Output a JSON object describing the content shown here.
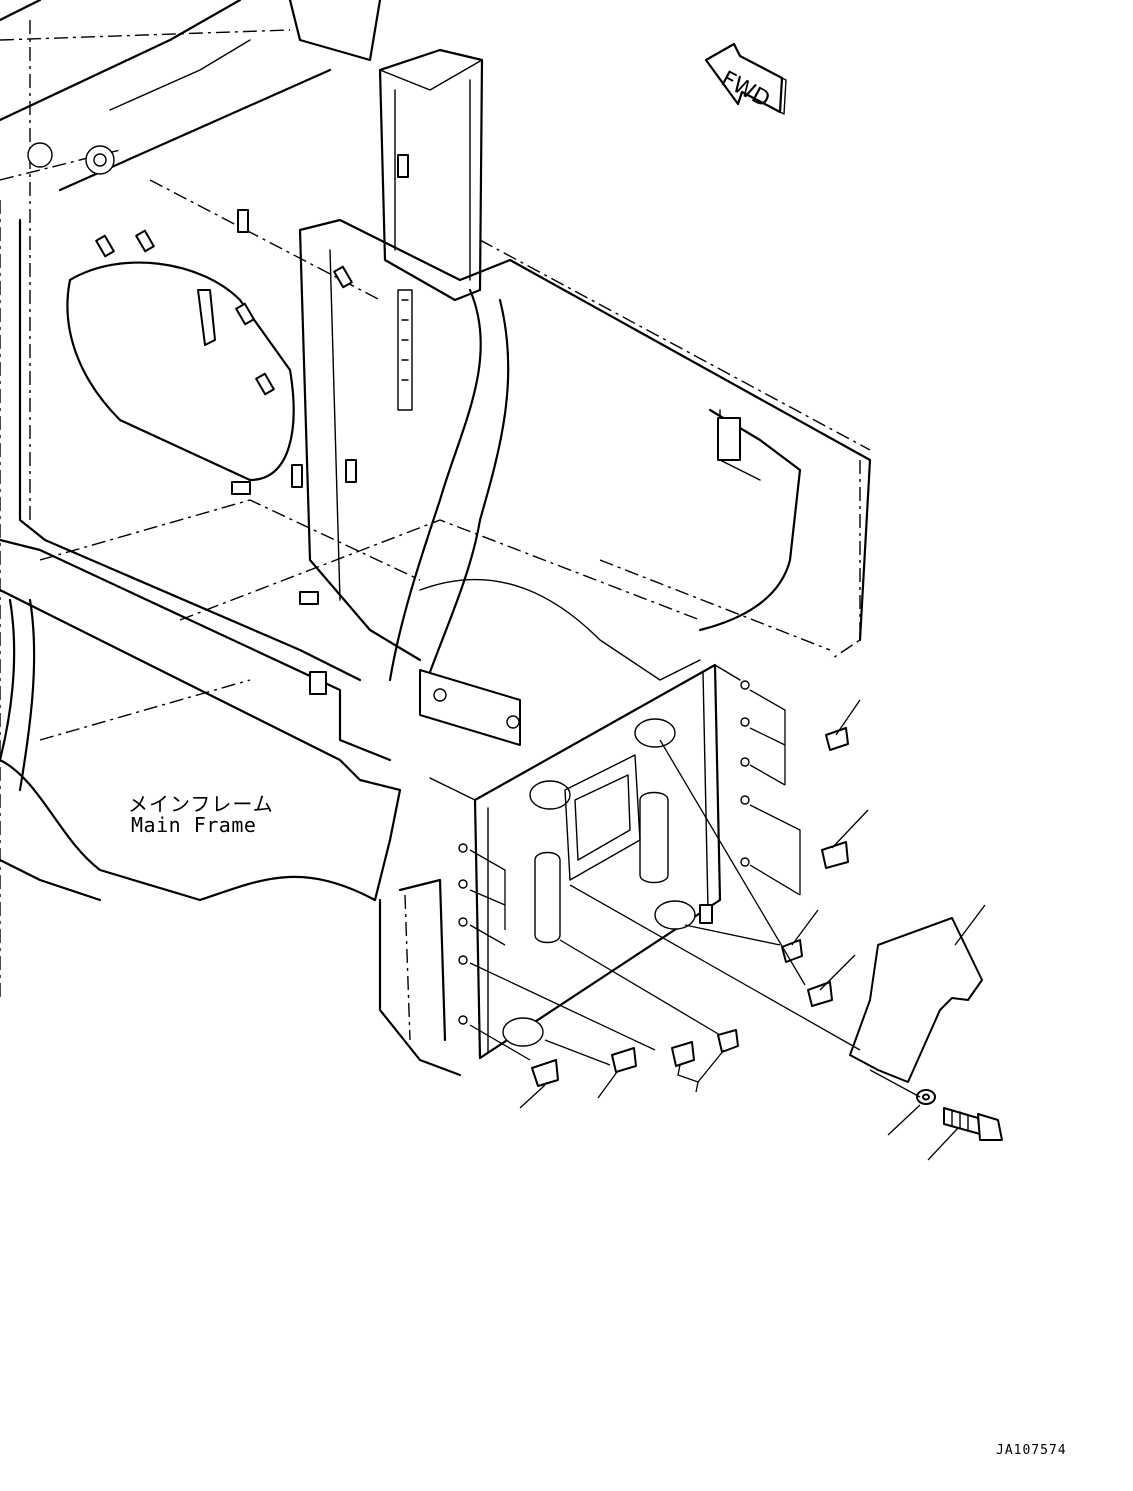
{
  "labels": {
    "main_frame_jp": "メインフレーム",
    "main_frame_en": "Main Frame",
    "fwd": "FWD",
    "drawing_code": "JA107574"
  }
}
